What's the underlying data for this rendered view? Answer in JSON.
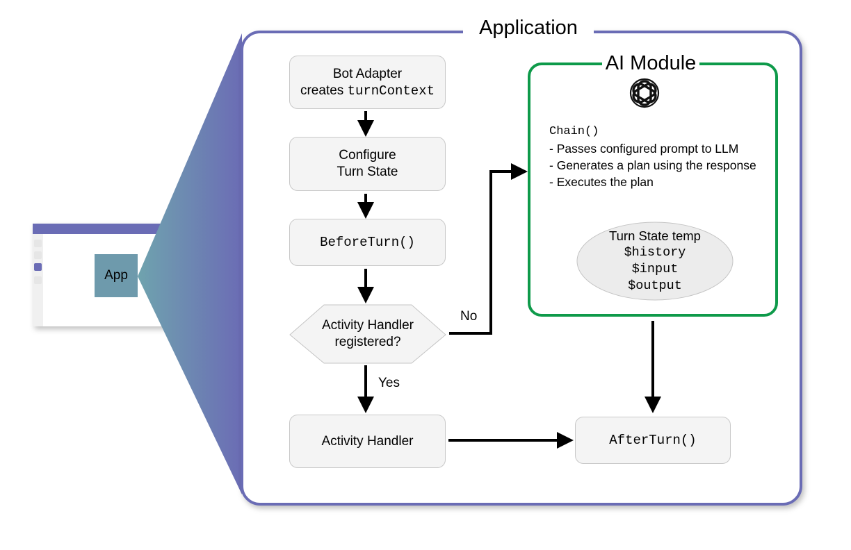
{
  "app_window": {
    "label": "App",
    "colors": {
      "titlebar": "#6b6cb5",
      "tile": "#6e9aac"
    }
  },
  "application": {
    "title": "Application",
    "border_color": "#6b6cb5"
  },
  "steps": {
    "bot_adapter": {
      "line1": "Bot Adapter",
      "line2_prefix": "creates",
      "line2_code": "turnContext"
    },
    "configure": {
      "line1": "Configure",
      "line2": "Turn State"
    },
    "before_turn": {
      "code": "BeforeTurn()"
    },
    "decision": {
      "line1": "Activity Handler",
      "line2": "registered?"
    },
    "activity_handler": {
      "label": "Activity Handler"
    },
    "after_turn": {
      "code": "AfterTurn()"
    }
  },
  "edge_labels": {
    "no": "No",
    "yes": "Yes"
  },
  "ai_module": {
    "title": "AI Module",
    "icon": "openai-logo-icon",
    "border_color": "#0e9a4a",
    "method": "Chain()",
    "bullets": [
      "-  Passes configured prompt to LLM",
      "-  Generates a plan using the response",
      "-  Executes the plan"
    ],
    "turn_state": {
      "title": "Turn State temp",
      "vars": [
        "$history",
        "$input",
        "$output"
      ]
    }
  }
}
